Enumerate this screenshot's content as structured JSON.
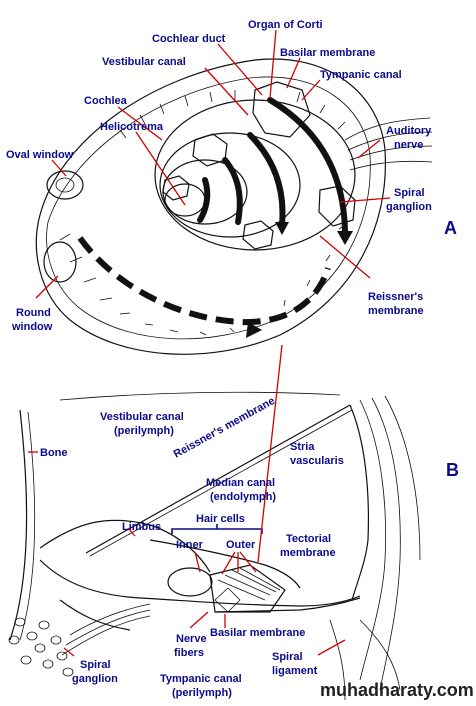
{
  "panel_a": {
    "letter": "A",
    "labels": {
      "organ_of_corti": "Organ of Corti",
      "cochlear_duct": "Cochlear duct",
      "basilar_membrane": "Basilar membrane",
      "vestibular_canal": "Vestibular canal",
      "tympanic_canal": "Tympanic canal",
      "cochlea": "Cochlea",
      "auditory_nerve_1": "Auditory",
      "auditory_nerve_2": "nerve",
      "helicotrema": "Helicotrema",
      "oval_window": "Oval window",
      "spiral_ganglion_1": "Spiral",
      "spiral_ganglion_2": "ganglion",
      "round_window_1": "Round",
      "round_window_2": "window",
      "reissners_membrane_1": "Reissner's",
      "reissners_membrane_2": "membrane"
    }
  },
  "panel_b": {
    "letter": "B",
    "labels": {
      "vestibular_canal_1": "Vestibular canal",
      "vestibular_canal_2": "(perilymph)",
      "bone": "Bone",
      "reissners_membrane": "Reissner's membrane",
      "stria_vascularis_1": "Stria",
      "stria_vascularis_2": "vascularis",
      "median_canal_1": "Median canal",
      "median_canal_2": "(endolymph)",
      "limbus": "Limbus",
      "hair_cells": "Hair cells",
      "inner": "Inner",
      "outer": "Outer",
      "tectorial_membrane_1": "Tectorial",
      "tectorial_membrane_2": "membrane",
      "nerve_fibers_1": "Nerve",
      "nerve_fibers_2": "fibers",
      "basilar_membrane": "Basilar membrane",
      "spiral_ganglion_1": "Spiral",
      "spiral_ganglion_2": "ganglion",
      "tympanic_canal_1": "Tympanic canal",
      "tympanic_canal_2": "(perilymph)",
      "spiral_ligament_1": "Spiral",
      "spiral_ligament_2": "ligament"
    }
  },
  "watermark": "muhadharaty.com",
  "colors": {
    "label": "#0a0a8c",
    "leader": "#d40000",
    "ink": "#111111"
  }
}
